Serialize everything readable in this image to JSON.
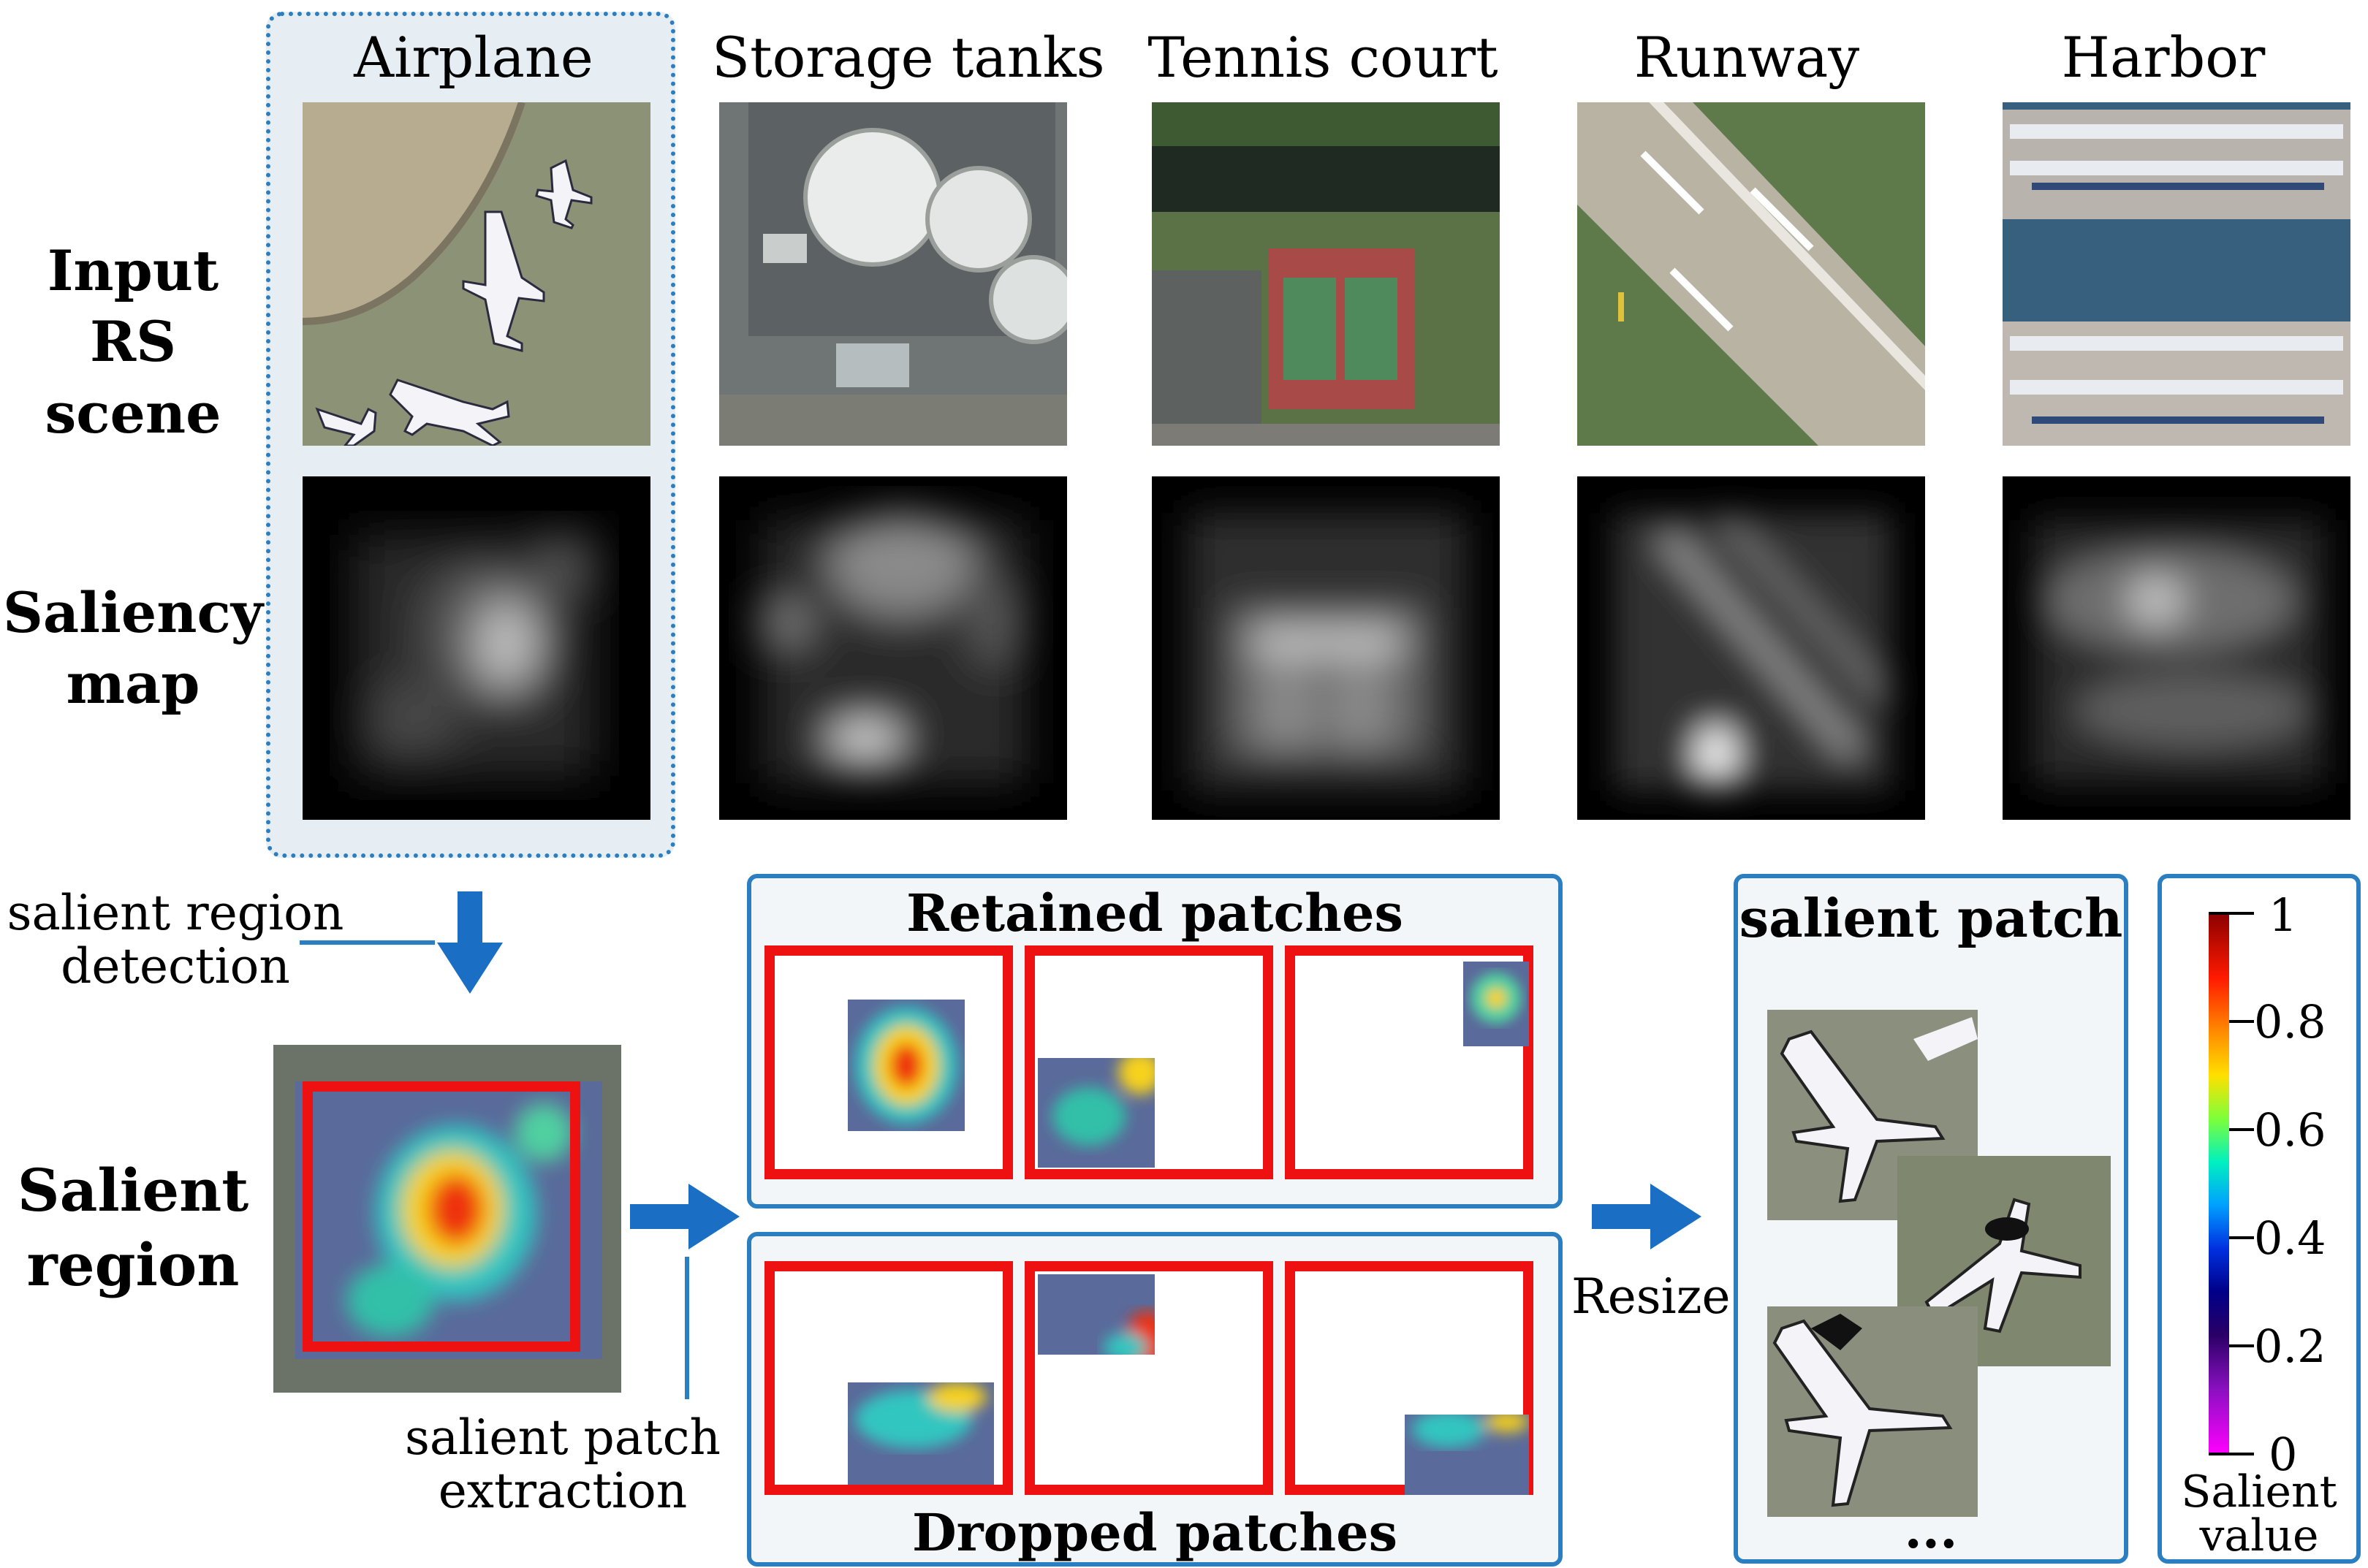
{
  "columns": [
    {
      "label": "Airplane"
    },
    {
      "label": "Storage tanks"
    },
    {
      "label": "Tennis court"
    },
    {
      "label": "Runway"
    },
    {
      "label": "Harbor"
    }
  ],
  "rows": {
    "input_line1": "Input",
    "input_line2": "RS scene",
    "saliency_line1": "Saliency",
    "saliency_line2": "map",
    "salient_line1": "Salient",
    "salient_line2": "region"
  },
  "notes": {
    "detection_line1": "salient region",
    "detection_line2": "detection",
    "extraction_line1": "salient patch",
    "extraction_line2": "extraction",
    "resize": "Resize"
  },
  "panels": {
    "retained": "Retained patches",
    "dropped": "Dropped patches",
    "salient_patch": "salient patch",
    "ellipsis": "..."
  },
  "colorbar": {
    "ticks": [
      "1",
      "0.8",
      "0.6",
      "0.4",
      "0.2",
      "0"
    ],
    "label_line1": "Salient",
    "label_line2": "value"
  },
  "colors": {
    "accent_blue": "#2b7fc1",
    "arrow_blue": "#1a6fc4",
    "box_red": "#ee1111",
    "highlight_bg": "#e6edf3"
  }
}
